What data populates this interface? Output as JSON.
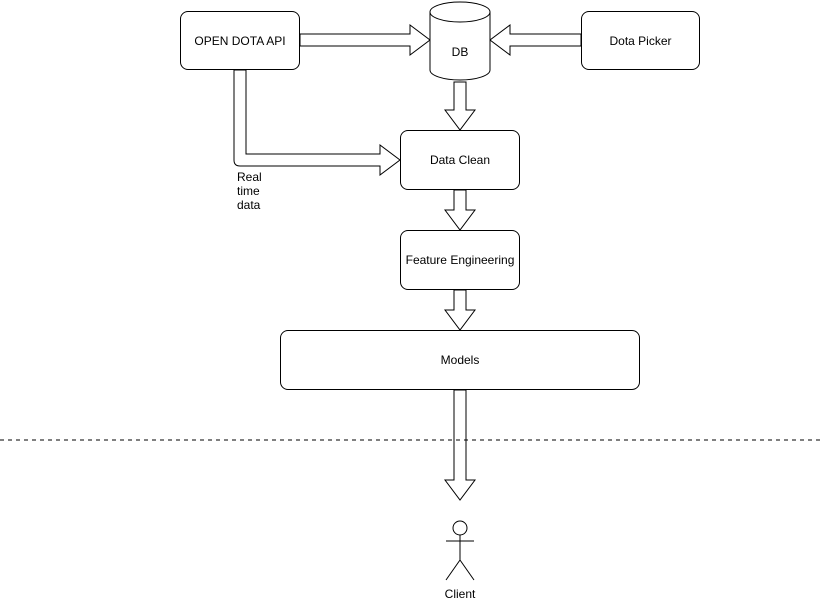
{
  "nodes": {
    "open_dota_api": "OPEN DOTA API",
    "db": "DB",
    "dota_picker": "Dota Picker",
    "data_clean": "Data Clean",
    "feature_engineering": "Feature Engineering",
    "models": "Models",
    "client": "Client"
  },
  "edge_labels": {
    "realtime_line1": "Real",
    "realtime_line2": "time",
    "realtime_line3": "data"
  }
}
